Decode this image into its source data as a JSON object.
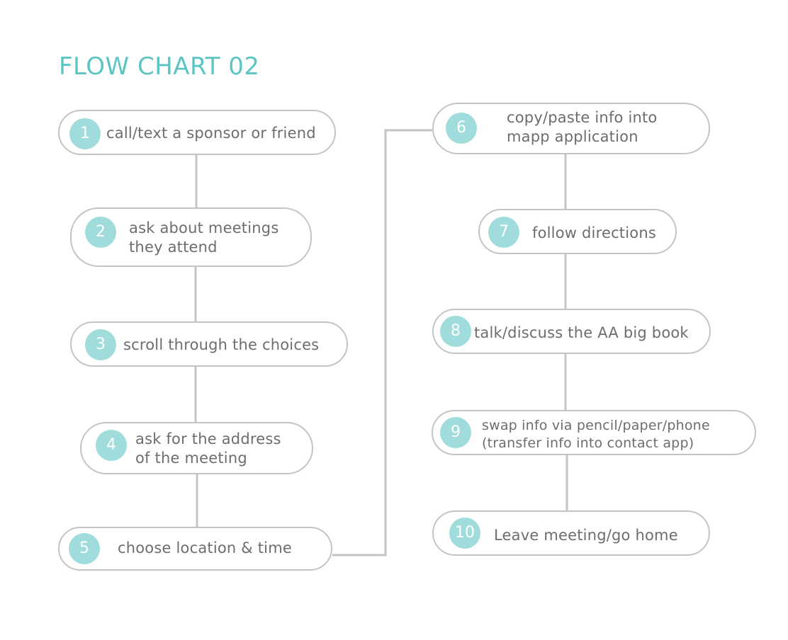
{
  "title": "FLOW CHART 02",
  "colors": {
    "title": "#5cc5c3",
    "badge": "#a0dcdc",
    "border": "#c4c4c4",
    "connector": "#c4c4c4",
    "text": "#6d6d6d"
  },
  "steps": [
    {
      "number": "1",
      "text": "call/text a sponsor or friend"
    },
    {
      "number": "2",
      "text": "ask about meetings\nthey attend"
    },
    {
      "number": "3",
      "text": "scroll through the choices"
    },
    {
      "number": "4",
      "text": "ask for the address\nof the meeting"
    },
    {
      "number": "5",
      "text": "choose location & time"
    },
    {
      "number": "6",
      "text": "copy/paste info into\nmapp application"
    },
    {
      "number": "7",
      "text": "follow directions"
    },
    {
      "number": "8",
      "text": "talk/discuss the AA big book"
    },
    {
      "number": "9",
      "text": "swap info via pencil/paper/phone\n(transfer info into contact app)"
    },
    {
      "number": "10",
      "text": "Leave meeting/go home"
    }
  ]
}
